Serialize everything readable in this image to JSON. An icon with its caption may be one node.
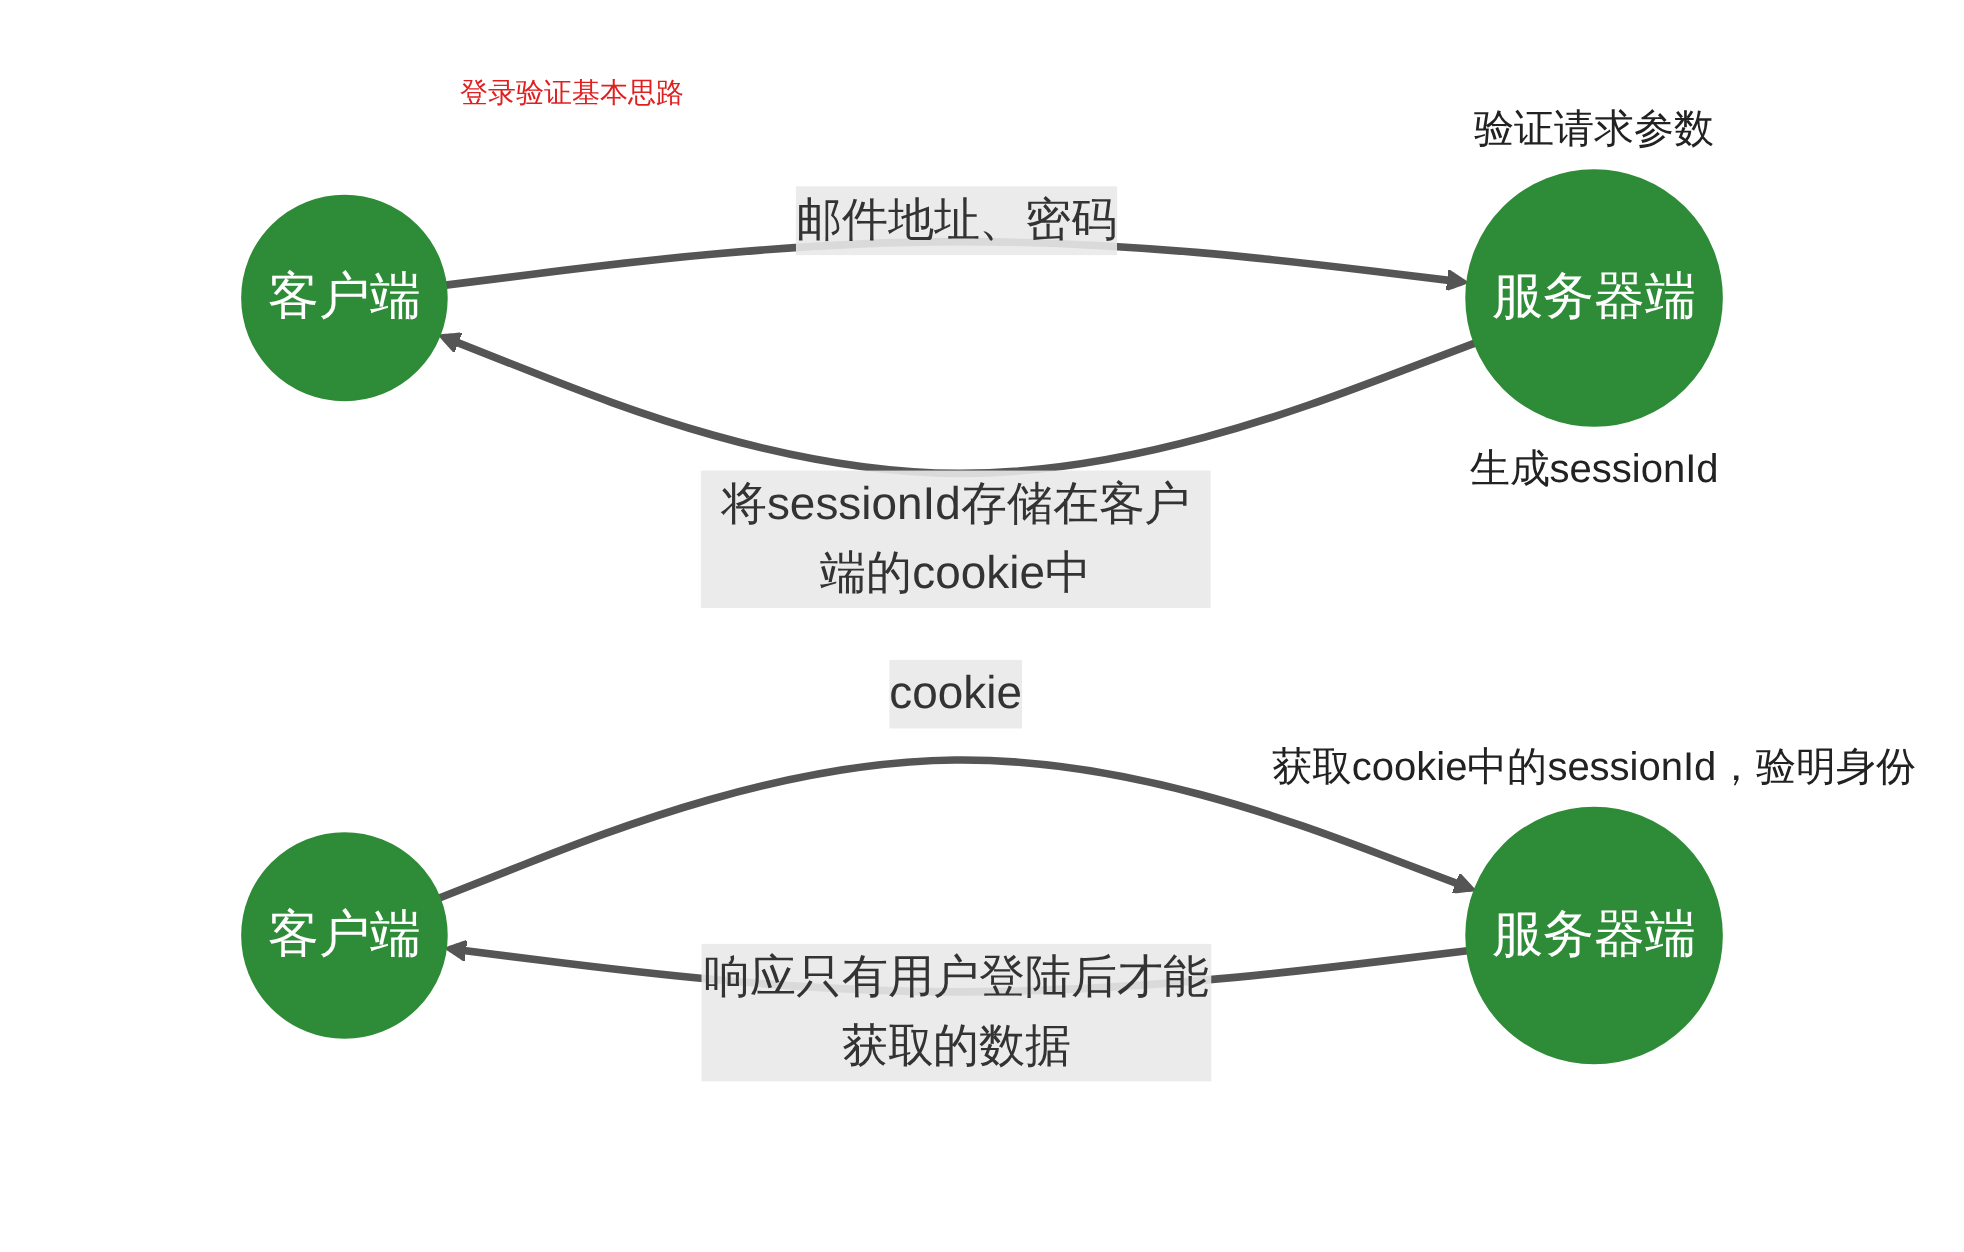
{
  "diagram": {
    "title": "登录验证基本思路",
    "nodes": [
      {
        "text": [
          "客户端"
        ]
      },
      {
        "text": [
          "服务器端"
        ],
        "beside": [
          "验证请求参数",
          "生成sessionId"
        ]
      },
      {
        "text": [
          "客户端"
        ]
      },
      {
        "text": [
          "服务器端"
        ],
        "beside": [
          "获取cookie中的sessionId，验明身份"
        ]
      }
    ],
    "edges": [
      {
        "from": 0,
        "to": 1,
        "arrow": "to",
        "label": "邮件地址、密码"
      },
      {
        "from": 1,
        "to": 0,
        "arrow": "to",
        "label": "将sessionId存储在客户端的cookie中"
      },
      {
        "from": 2,
        "to": 3,
        "arrow": "to",
        "label": "cookie"
      },
      {
        "from": 3,
        "to": 2,
        "arrow": "to",
        "label": "响应只有用户登陆后才能获取的数据"
      }
    ]
  }
}
